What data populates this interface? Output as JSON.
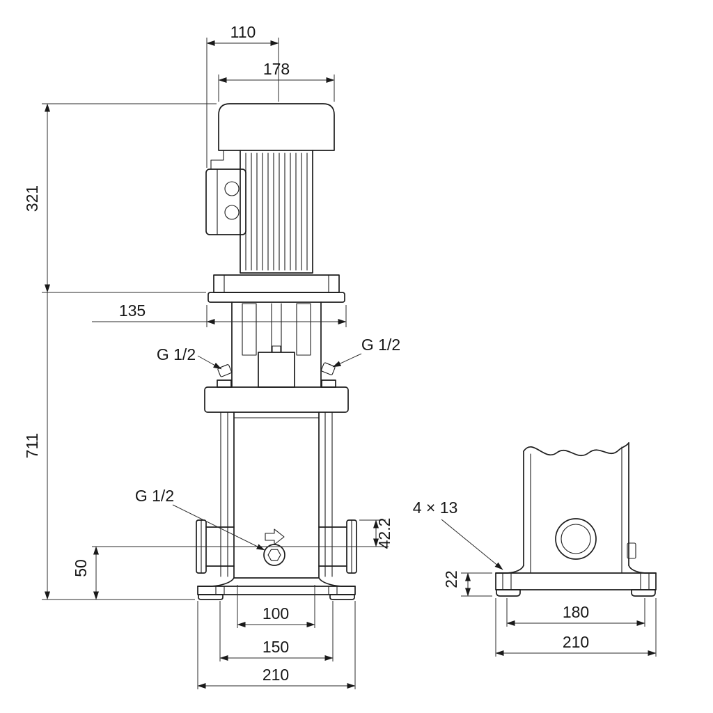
{
  "front_view": {
    "dims": {
      "d110": "110",
      "d178": "178",
      "d321": "321",
      "d135": "135",
      "d711": "711",
      "vent_left": "G 1/2",
      "vent_right": "G 1/2",
      "drain": "G 1/2",
      "d42_2": "42.2",
      "d50": "50",
      "d100": "100",
      "d150": "150",
      "d210": "210"
    }
  },
  "side_view": {
    "dims": {
      "holes": "4 × 13",
      "d22": "22",
      "d180": "180",
      "d210": "210"
    }
  }
}
